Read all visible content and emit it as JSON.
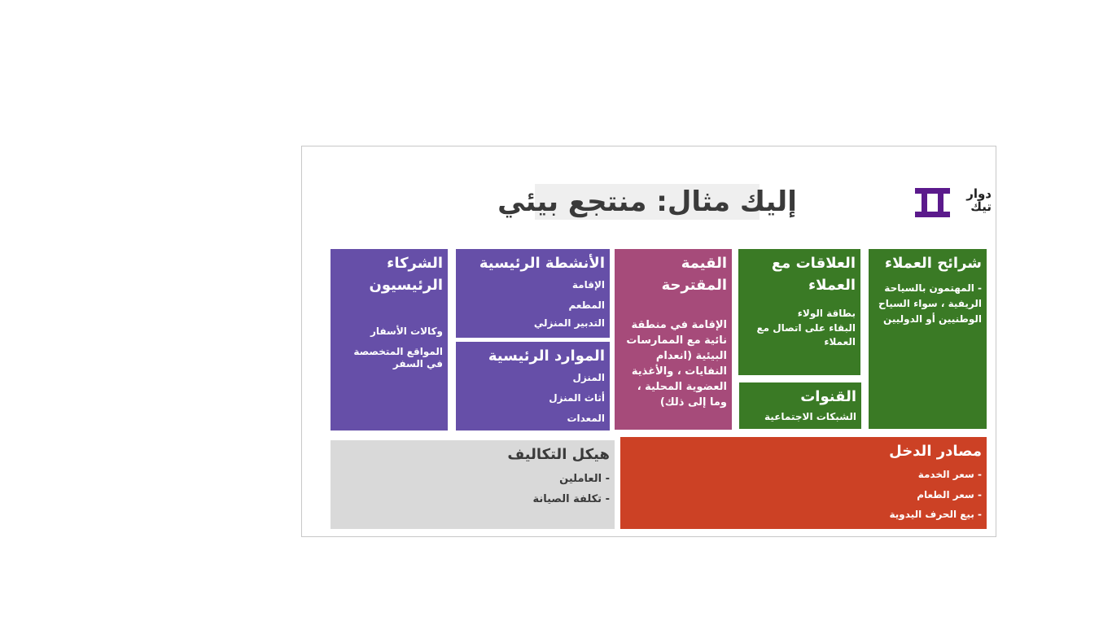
{
  "slide": {
    "title": "إليك مثال: منتجع بيئي",
    "logo": {
      "text_line1": "دوار",
      "text_line2": "تيك",
      "color": "#5b1a8c"
    }
  },
  "canvas": {
    "key_partners": {
      "title": "الشركاء الرئيسيون",
      "items": [
        "وكالات الأسفار",
        "المواقع المتخصصة في السفر"
      ],
      "color": "#664fa8"
    },
    "key_activities": {
      "title": "الأنشطة الرئيسية",
      "items": [
        "الإقامة",
        "المطعم",
        "التدبير المنزلي"
      ],
      "color": "#664fa8"
    },
    "key_resources": {
      "title": "الموارد الرئيسية",
      "items": [
        "المنزل",
        "أثاث المنزل",
        "المعدات"
      ],
      "color": "#664fa8"
    },
    "value_proposition": {
      "title": "القيمة المقترحة",
      "text": "الإقامة في منطقة نائية مع الممارسات البيئية (انعدام النفايات ، والأغذية العضوية المحلية ، وما إلى ذلك)",
      "color": "#a64b7a"
    },
    "customer_relationships": {
      "title": "العلاقات مع العملاء",
      "items": [
        "بطاقة الولاء",
        "البقاء على اتصال مع العملاء"
      ],
      "color": "#3a7a25"
    },
    "channels": {
      "title": "القنوات",
      "items": [
        "الشبكات الاجتماعية"
      ],
      "color": "#3a7a25"
    },
    "customer_segments": {
      "title": "شرائح العملاء",
      "text": "- المهتمون بالسياحة الريفية ، سواء السياح الوطنيين أو الدوليين",
      "color": "#3a7a25"
    },
    "cost_structure": {
      "title": "هيكل التكاليف",
      "items": [
        "- العاملين",
        "- تكلفة الصيانة"
      ],
      "color": "#d9d9d9"
    },
    "revenue_streams": {
      "title": "مصادر الدخل",
      "items": [
        "- سعر الخدمة",
        "- سعر الطعام",
        "- بيع الحرف اليدوية"
      ],
      "color": "#cc4125"
    }
  }
}
